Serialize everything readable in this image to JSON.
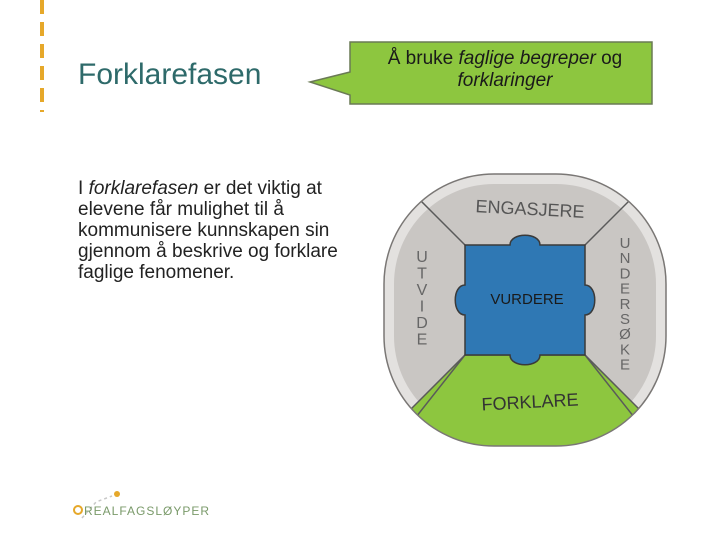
{
  "slide": {
    "title": "Forklarefasen",
    "body_prefix": "I ",
    "body_italic": "forklarefasen",
    "body_suffix": " er det viktig at elevene får mulighet til å kommunisere kunnskapen sin gjennom å beskrive og forklare faglige fenomener."
  },
  "callout": {
    "prefix": "Å bruke ",
    "italic_1": "faglige begreper",
    "middle": " og",
    "italic_2": "forklaringer",
    "fill_color": "#8dc63f"
  },
  "diagram": {
    "top": "ENGASJERE",
    "left": "UTVIDE",
    "right": "UNDERSØKE",
    "center": "VURDERE",
    "bottom": "FORKLARE",
    "colors": {
      "outer": "#e3e1df",
      "inner": "#c9c6c3",
      "center": "#2f78b4",
      "highlight": "#8dc63f"
    }
  },
  "logo": {
    "text": "REALFAGSLØYPER"
  }
}
